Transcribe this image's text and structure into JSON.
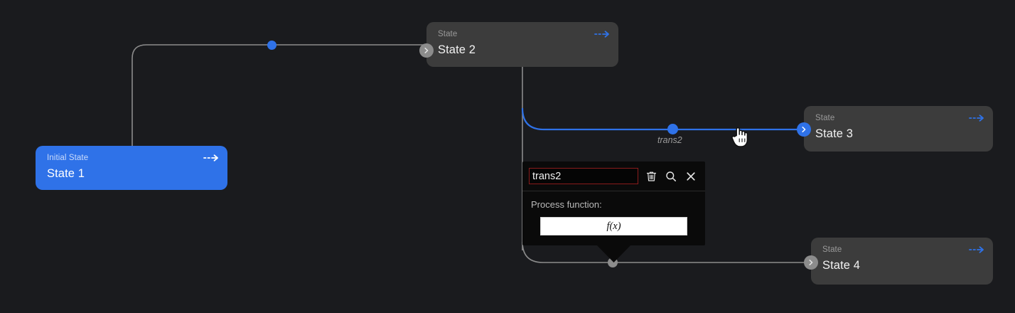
{
  "canvas": {
    "background_color": "#1a1b1e",
    "node_color": "#3c3c3c",
    "initial_node_color": "#2f72e8",
    "accent_color": "#2f72e8",
    "edge_color": "#8c8c8c"
  },
  "nodes": [
    {
      "id": "state1",
      "kind": "Initial State",
      "title": "State 1",
      "variant": "initial",
      "arrow_icon": "dashed-arrow-icon"
    },
    {
      "id": "state2",
      "kind": "State",
      "title": "State 2",
      "variant": "default",
      "arrow_icon": "dashed-arrow-icon",
      "handle": "grey"
    },
    {
      "id": "state3",
      "kind": "State",
      "title": "State 3",
      "variant": "default",
      "arrow_icon": "dashed-arrow-icon",
      "handle": "blue"
    },
    {
      "id": "state4",
      "kind": "State",
      "title": "State 4",
      "variant": "default",
      "arrow_icon": "dashed-arrow-icon",
      "handle": "grey"
    }
  ],
  "edges": [
    {
      "id": "e1",
      "from": "state1",
      "to": "state2",
      "label": "",
      "color": "#8c8c8c",
      "dot": "blue",
      "selected": false
    },
    {
      "id": "e2",
      "from": "state2",
      "to": "state3",
      "label": "trans2",
      "color": "#2f72e8",
      "dot": "blue",
      "selected": true
    },
    {
      "id": "e3",
      "from": "state2",
      "to": "state4",
      "label": "",
      "color": "#8c8c8c",
      "dot": "grey",
      "selected": false
    }
  ],
  "popup": {
    "name_value": "trans2",
    "name_placeholder": "",
    "delete_icon": "trash-icon",
    "search_icon": "search-icon",
    "close_icon": "close-icon",
    "process_label": "Process function:",
    "fx_label": "f(x)"
  },
  "cursor": {
    "type": "pointing-hand-cursor"
  }
}
